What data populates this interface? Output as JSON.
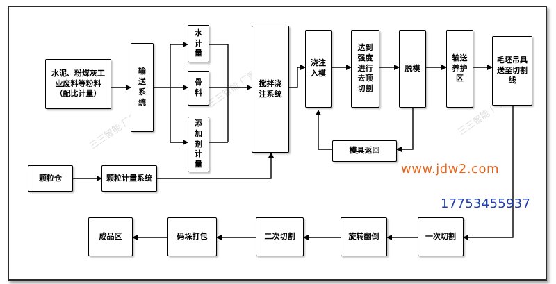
{
  "nodes": {
    "raw_materials": "水泥、粉煤灰工业废料等粉料（配比计量）",
    "conveying": [
      "输",
      "送",
      "系",
      "统"
    ],
    "water_metering": [
      "水",
      "计",
      "量"
    ],
    "aggregate": [
      "骨",
      "料"
    ],
    "additive_metering": [
      "添",
      "加",
      "剂",
      "计",
      "量"
    ],
    "mixing_system": "搅拌浇注系统",
    "pour_mold": "浇注入模",
    "strength_cut": "达到强度进行去顶切割",
    "demold": "脱模",
    "curing_area": "输送养护区",
    "lift_to_cutting": "毛坯吊具送至切割线",
    "mold_return": "模具返回",
    "granule_bin": "颗粒仓",
    "granule_metering": "颗粒计量系统",
    "first_cut": "一次切割",
    "rotate_flip": "旋转翻倒",
    "second_cut": "二次切割",
    "stack_pack": "码垛打包",
    "finished_area": "成品区"
  },
  "contact": {
    "website": "www.jdw2.com",
    "phone": "17753455937"
  },
  "watermark": "三三智能 厂家直销",
  "colors": {
    "website": "#e8641c",
    "phone": "#1f3fae",
    "line": "#000000"
  }
}
